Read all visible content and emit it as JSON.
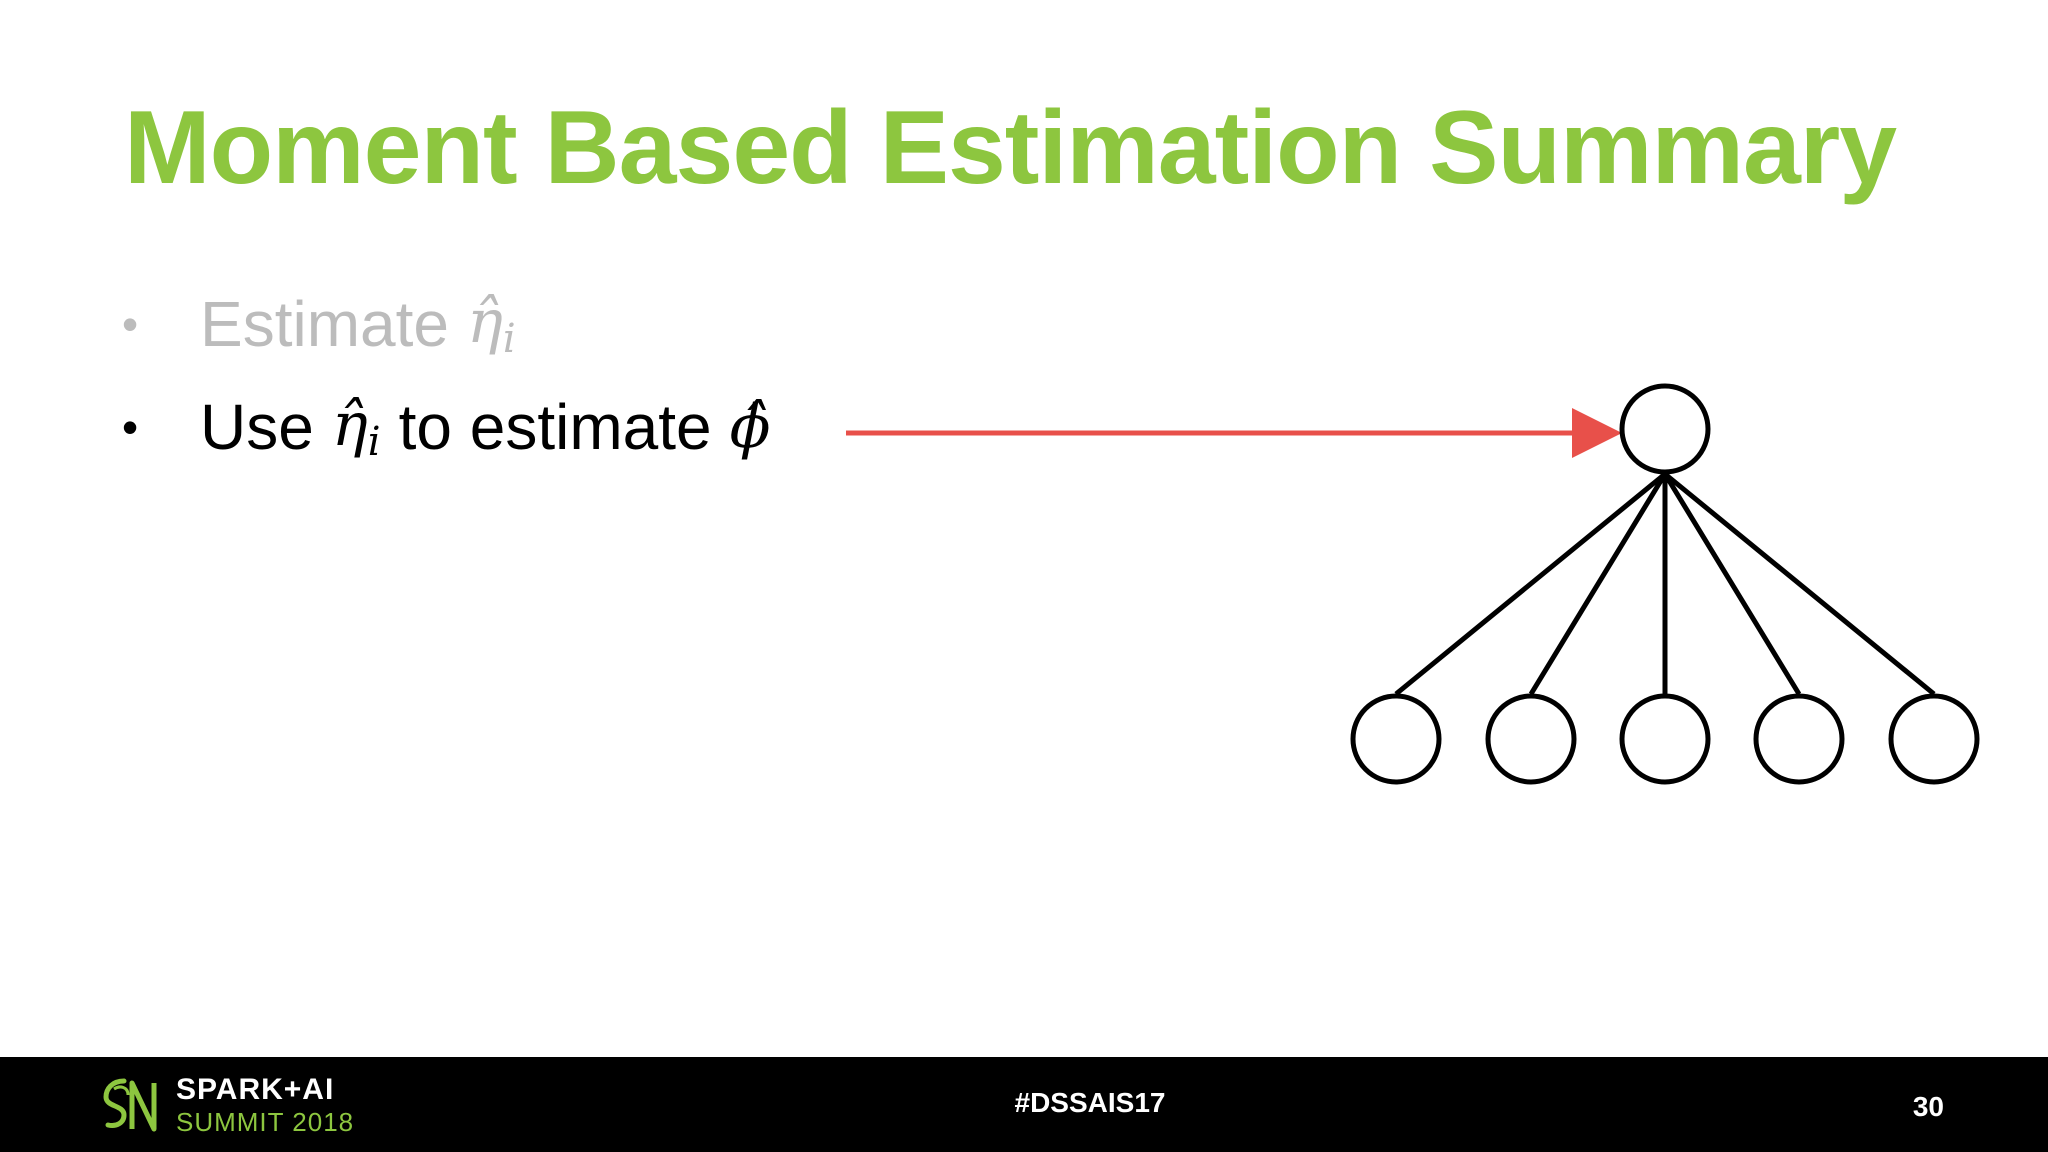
{
  "slide": {
    "title": "Moment Based Estimation Summary",
    "bullets": [
      {
        "marker": "•",
        "lead": "Estimate",
        "math": "η̂",
        "sub": "i",
        "tail": "",
        "math2": ""
      },
      {
        "marker": "•",
        "lead": "Use",
        "math": "η̂",
        "sub": "i",
        "tail": "to estimate",
        "math2": "ϕ̂"
      }
    ]
  },
  "diagram": {
    "node_count_children": 5,
    "arrow_color": "#e8504a"
  },
  "footer": {
    "brand_top": "SPARK+AI",
    "brand_bottom": "SUMMIT 2018",
    "hashtag": "#DSSAIS17",
    "page_number": "30"
  },
  "colors": {
    "title": "#8dc63f",
    "faded_text": "#bcbcbc",
    "body_text": "#000000",
    "footer_bg": "#000000",
    "brand_accent": "#8dc63f"
  },
  "icons": {
    "logo": "spark-ai-summit-logo-icon"
  }
}
